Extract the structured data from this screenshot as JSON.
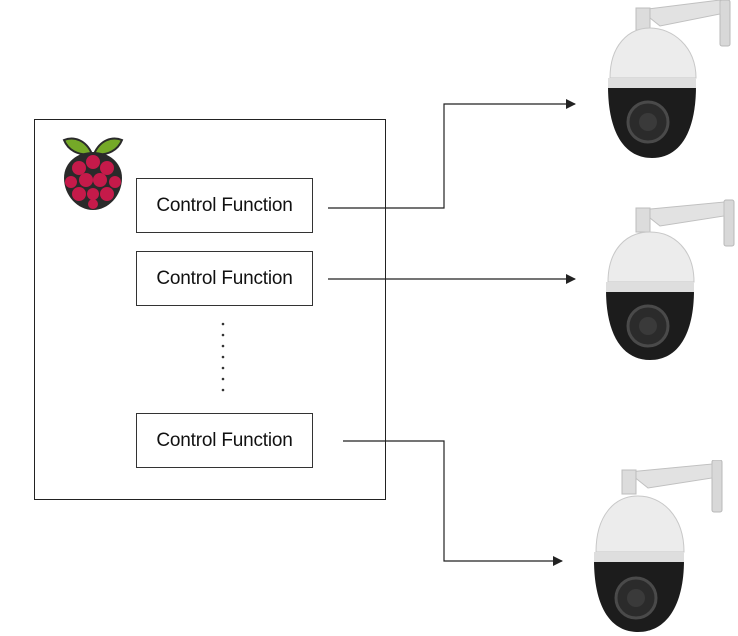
{
  "host": {
    "logo": "raspberry-pi-logo",
    "functions": [
      {
        "label": "Control Function"
      },
      {
        "label": "Control Function"
      },
      {
        "label": "Control Function"
      }
    ]
  },
  "cameras": [
    {
      "icon": "ptz-dome-camera-icon"
    },
    {
      "icon": "ptz-dome-camera-icon"
    },
    {
      "icon": "ptz-dome-camera-icon"
    }
  ],
  "colors": {
    "line": "#222222",
    "raspberry": "#c51a4a",
    "leaf": "#75a928",
    "camera_body": "#e8e8e8",
    "camera_lens": "#1c1c1c"
  }
}
